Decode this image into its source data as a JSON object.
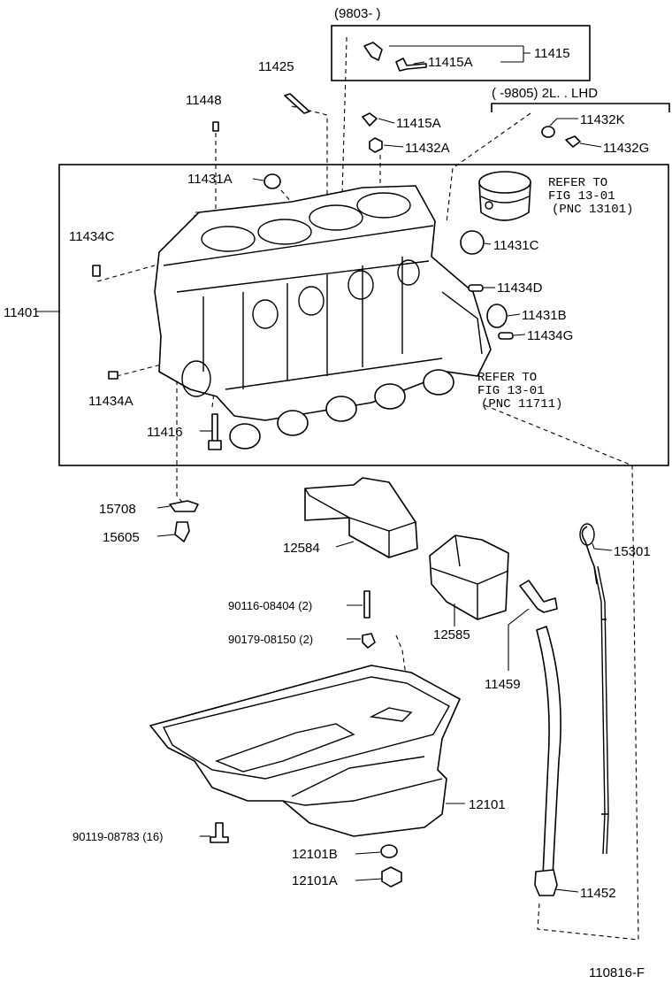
{
  "header": {
    "date_range_label": "(9803-     )",
    "lhd_condition_label": "(     -9805) 2L. . LHD"
  },
  "parts": {
    "p11415": "11415",
    "p11415A_top": "11415A",
    "p11425": "11425",
    "p11415A": "11415A",
    "p11448": "11448",
    "p11432A": "11432A",
    "p11432K": "11432K",
    "p11432G": "11432G",
    "p11431A": "11431A",
    "p11434C": "11434C",
    "p11431C": "11431C",
    "p11434D": "11434D",
    "p11401": "11401",
    "p11431B": "11431B",
    "p11434G": "11434G",
    "p11434A": "11434A",
    "p11416": "11416",
    "p15708": "15708",
    "p15605": "15605",
    "p12584": "12584",
    "p15301": "15301",
    "p12585": "12585",
    "p90116": "90116-08404 (2)",
    "p90179": "90179-08150 (2)",
    "p11459": "11459",
    "p12101": "12101",
    "p90119": "90119-08783 (16)",
    "p12101B": "12101B",
    "p12101A": "12101A",
    "p11452": "11452"
  },
  "references": {
    "piston": {
      "line1": "REFER TO",
      "line2": "FIG 13-01",
      "line3": "(PNC 13101)"
    },
    "crank": {
      "line1": "REFER TO",
      "line2": "FIG 13-01",
      "line3": "(PNC 11711)"
    }
  },
  "footer": {
    "figure_code": "110816-F"
  }
}
